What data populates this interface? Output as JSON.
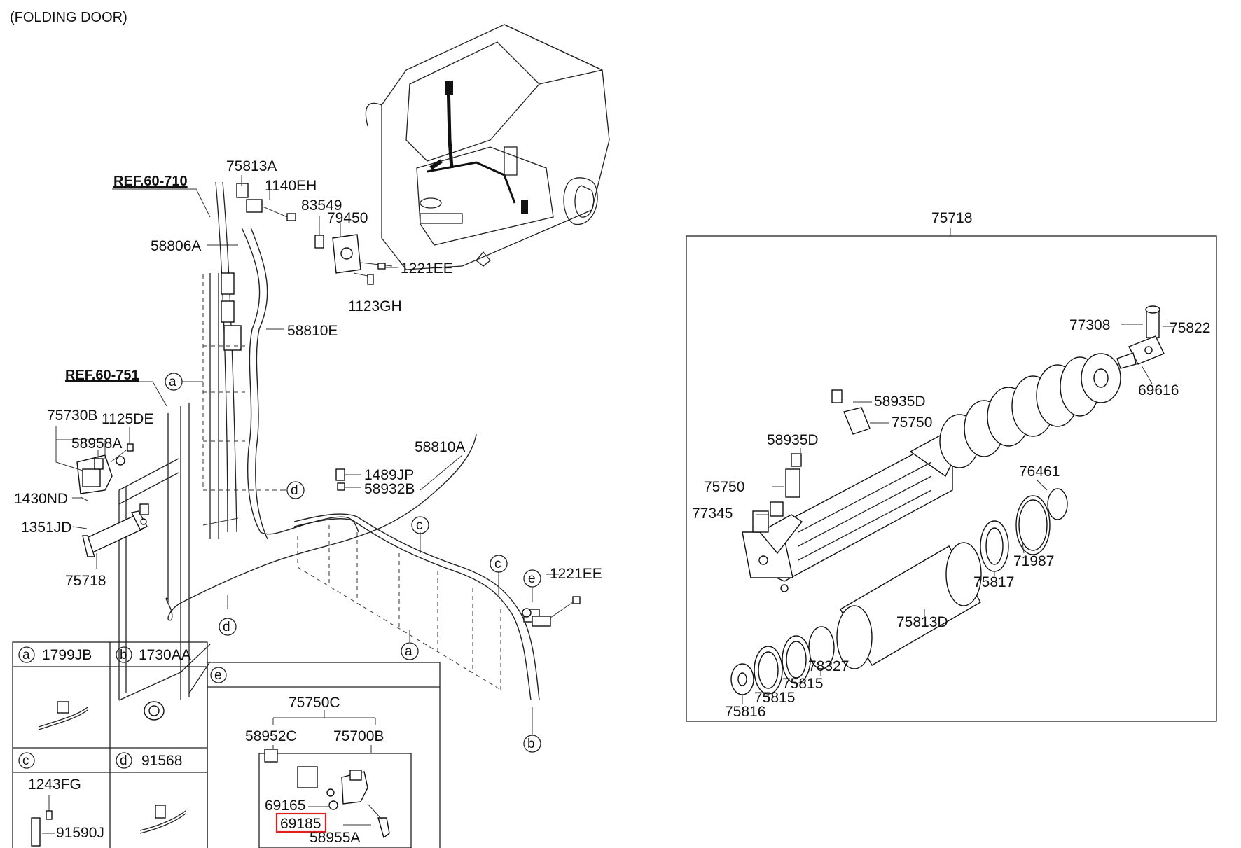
{
  "title": "(FOLDING DOOR)",
  "references": {
    "ref1": "REF.60-710",
    "ref2": "REF.60-751"
  },
  "labels": {
    "l75813A": "75813A",
    "l1140EH": "1140EH",
    "l83549": "83549",
    "l79450": "79450",
    "l1221EE_top": "1221EE",
    "l1123GH": "1123GH",
    "l58806A": "58806A",
    "l58810E": "58810E",
    "l75730B": "75730B",
    "l1125DE": "1125DE",
    "l58958A": "58958A",
    "l1430ND": "1430ND",
    "l1351JD": "1351JD",
    "l75718_left": "75718",
    "l58810A": "58810A",
    "l1489JP": "1489JP",
    "l58932B": "58932B",
    "l1221EE_mid": "1221EE",
    "l75718_box": "75718",
    "l77308": "77308",
    "l75822": "75822",
    "l58935D_a": "58935D",
    "l75750_a": "75750",
    "l69616": "69616",
    "l58935D_b": "58935D",
    "l76461": "76461",
    "l75750_b": "75750",
    "l77345": "77345",
    "l71987": "71987",
    "l75817": "75817",
    "l75813D": "75813D",
    "l78327": "78327",
    "l75815_a": "75815",
    "l75815_b": "75815",
    "l75816": "75816"
  },
  "callouts": {
    "a": "a",
    "b": "b",
    "c": "c",
    "d": "d",
    "e": "e"
  },
  "legend": {
    "a_part": "1799JB",
    "b_part": "1730AA",
    "c_part1": "1243FG",
    "c_part2": "91590J",
    "d_part": "91568",
    "e_75750C": "75750C",
    "e_58952C": "58952C",
    "e_75700B": "75700B",
    "e_69165": "69165",
    "e_69185": "69185",
    "e_58955A": "58955A"
  },
  "highlight": {
    "part": "69185",
    "color": "#e02020"
  }
}
